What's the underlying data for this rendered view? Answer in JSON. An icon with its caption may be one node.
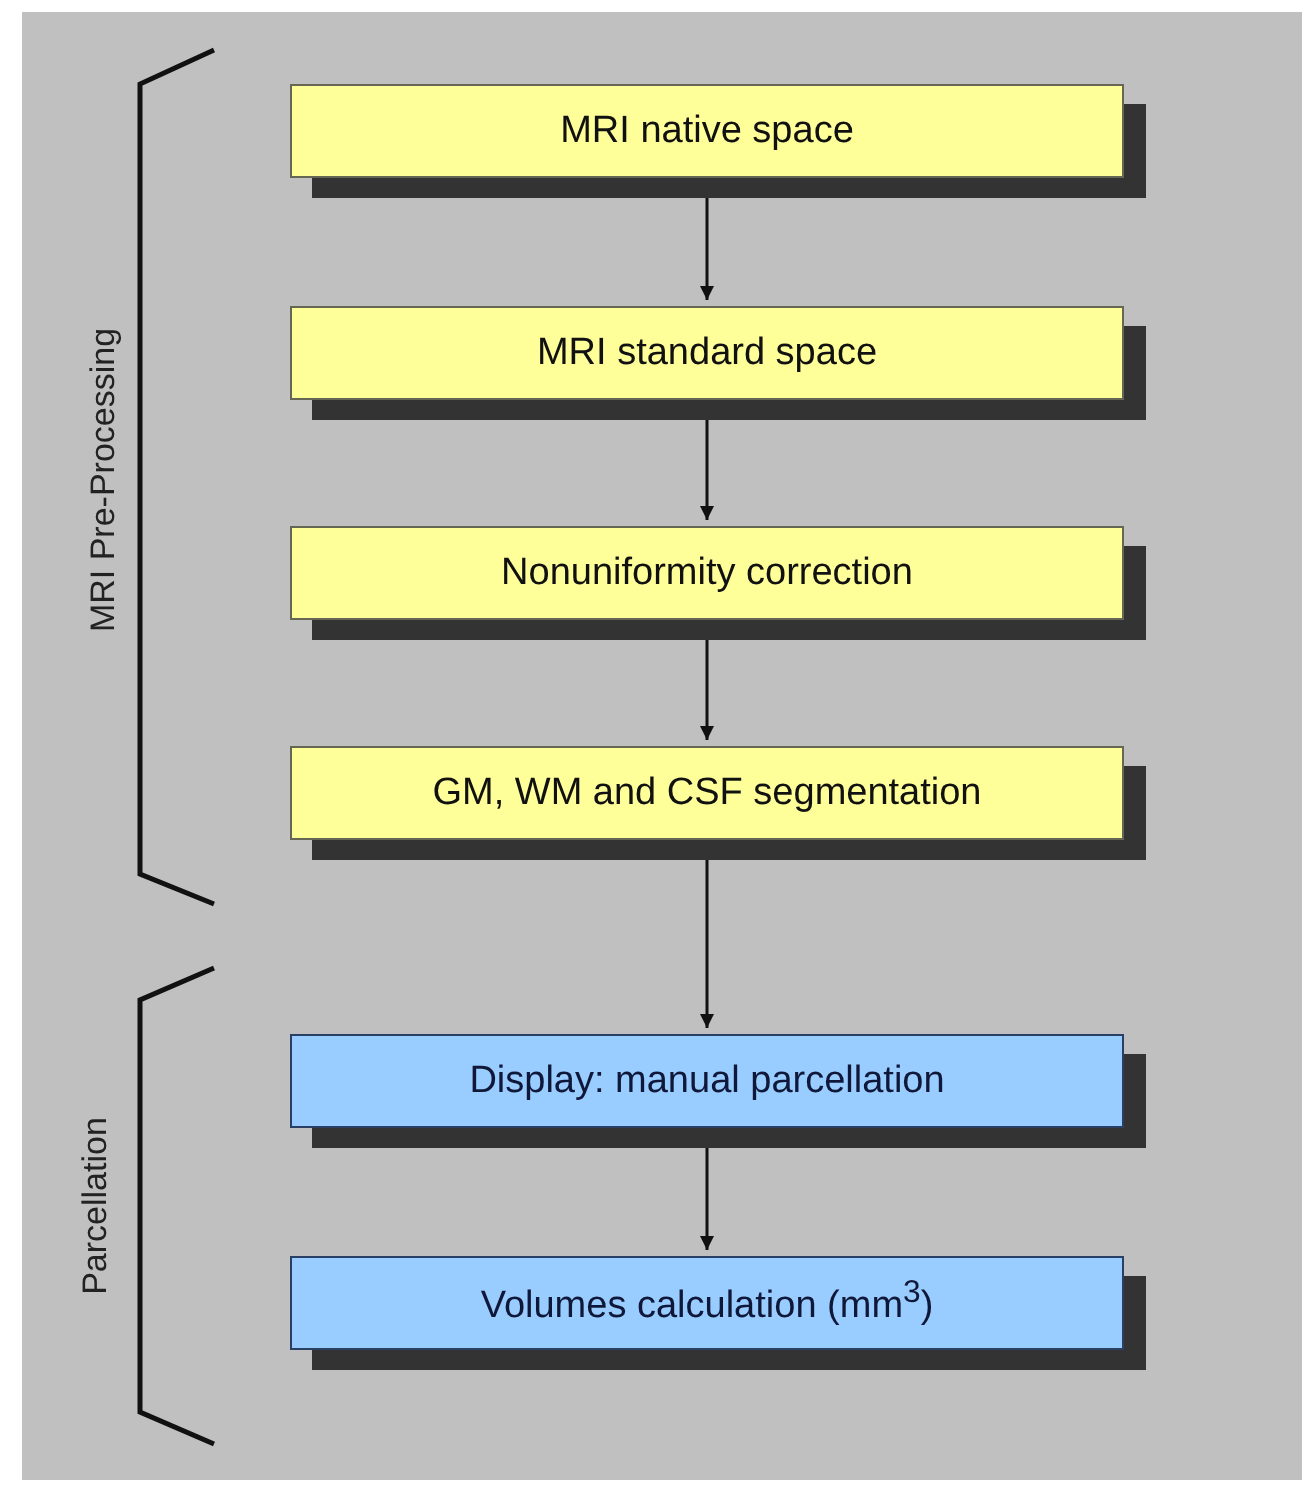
{
  "diagram": {
    "nodes": [
      {
        "text": [
          "MRI native space"
        ]
      },
      {
        "text": [
          "MRI standard space"
        ]
      },
      {
        "text": [
          "Nonuniformity correction"
        ]
      },
      {
        "text": [
          "GM, WM and CSF segmentation"
        ]
      },
      {
        "text": [
          "Display: manual parcellation"
        ]
      },
      {
        "text": [
          "Volumes calculation (mm$^{3}$)"
        ]
      }
    ],
    "edges": [
      {
        "from": 0,
        "to": 1,
        "arrow": "to"
      },
      {
        "from": 1,
        "to": 2,
        "arrow": "to"
      },
      {
        "from": 2,
        "to": 3,
        "arrow": "to"
      },
      {
        "from": 3,
        "to": 4,
        "arrow": "to"
      },
      {
        "from": 4,
        "to": 5,
        "arrow": "to"
      }
    ],
    "labels": [
      "MRI Pre-Processing",
      "Parcellation"
    ]
  }
}
